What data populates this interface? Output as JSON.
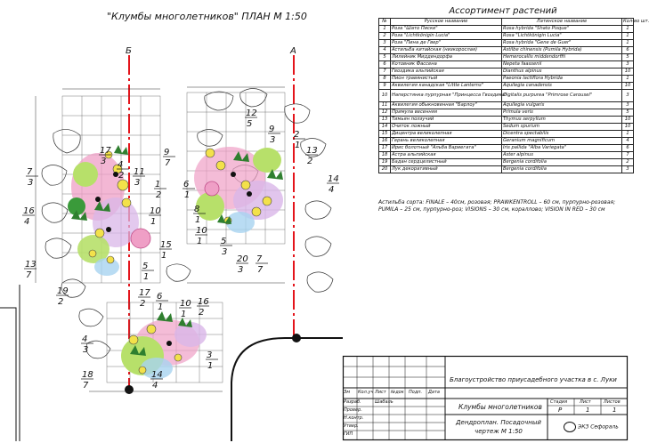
{
  "header": {
    "title": "\"Клумбы многолетников\" ПЛАН М 1:50"
  },
  "assortment": {
    "title": "Ассортимент растений",
    "head": {
      "num": "№",
      "ru": "Русское название",
      "lat": "Латинское название",
      "qty": "Кол-во шт."
    },
    "rows": [
      {
        "n": "1",
        "ru": "Роза \"Шато Писке\"",
        "lat": "Rosa hybrida \"Shato Pisque\"",
        "q": "1"
      },
      {
        "n": "2",
        "ru": "Роза \"Lichtkönigin Lucia\"",
        "lat": "Rosa \"Lichtkönigin Lucia\"",
        "q": "1"
      },
      {
        "n": "3",
        "ru": "Роза \"Пина де Гвер\"",
        "lat": "Rosa hybrida \"Gene de Guer\"",
        "q": "1"
      },
      {
        "n": "4",
        "ru": "Астильба китайская (низкорослая)",
        "lat": "Astilbe chinensis (Pumila Hybrida)",
        "q": "6"
      },
      {
        "n": "5",
        "ru": "Лилейник Миддендорфа",
        "lat": "Hemerocallis middendorffii",
        "q": "5"
      },
      {
        "n": "6",
        "ru": "Котовник Фассена",
        "lat": "Nepeta faassenii",
        "q": "3"
      },
      {
        "n": "7",
        "ru": "Гвоздика альпийская",
        "lat": "Dianthus alpinus",
        "q": "10"
      },
      {
        "n": "8",
        "ru": "Пион травянистый",
        "lat": "Paeonia lactiflora Hybrida",
        "q": "1"
      },
      {
        "n": "9",
        "ru": "Аквилегия канадская \"Little Lanterns\"",
        "lat": "Aquilegia canadensis",
        "q": "10"
      },
      {
        "n": "10",
        "ru": "Наперстянка пурпурная \"Принцесса Гвоздика\"",
        "lat": "Digitalis purpurea \"Primrose Carousel\"",
        "q": "3",
        "tall": true
      },
      {
        "n": "11",
        "ru": "Аквилегия обыкновенная \"Барлоу\"",
        "lat": "Aquilegia vulgaris",
        "q": "3"
      },
      {
        "n": "12",
        "ru": "Примула весенняя",
        "lat": "Primula veris",
        "q": "5"
      },
      {
        "n": "13",
        "ru": "Тимьян ползучий",
        "lat": "Thymus serpyllum",
        "q": "10"
      },
      {
        "n": "14",
        "ru": "Очиток ложный",
        "lat": "Sedum spurium",
        "q": "10"
      },
      {
        "n": "15",
        "ru": "Дицентра великолепная",
        "lat": "Dicentra spectabilis",
        "q": "1"
      },
      {
        "n": "16",
        "ru": "Герань великолепная",
        "lat": "Geranium magnificum",
        "q": "4"
      },
      {
        "n": "17",
        "ru": "Ирис болотный \"Альба Вариегата\"",
        "lat": "Iris pallida \"Alba Variegata\"",
        "q": "6"
      },
      {
        "n": "18",
        "ru": "Астра альпийская",
        "lat": "Aster alpinus",
        "q": "7"
      },
      {
        "n": "19",
        "ru": "Бадан сердцелистный",
        "lat": "Bergenia cordifolia",
        "q": "2"
      },
      {
        "n": "20",
        "ru": "Лук декоративный",
        "lat": "Bergenia cordifolia",
        "q": "3"
      }
    ]
  },
  "note": "Астильба сорта: FINALE – 40см, розовая; PRAWKENTROLL – 60 см, пурпурно-розовая; PUMILA – 25 см, пурпурно-роз; VISIONS – 30 см, кораллово; VISION IN RED – 30 см",
  "axes": {
    "left": "Б",
    "right": "А"
  },
  "callouts": [
    {
      "n": "17",
      "m": "3"
    },
    {
      "n": "4",
      "m": "2"
    },
    {
      "n": "11",
      "m": "3"
    },
    {
      "n": "1",
      "m": "2"
    },
    {
      "n": "7",
      "m": "3"
    },
    {
      "n": "16",
      "m": "4"
    },
    {
      "n": "10",
      "m": "1"
    },
    {
      "n": "15",
      "m": "1"
    },
    {
      "n": "13",
      "m": "7"
    },
    {
      "n": "5",
      "m": "1"
    },
    {
      "n": "19",
      "m": "2"
    },
    {
      "n": "17",
      "m": "2"
    },
    {
      "n": "6",
      "m": "1"
    },
    {
      "n": "10",
      "m": "1"
    },
    {
      "n": "16",
      "m": "2"
    },
    {
      "n": "4",
      "m": "3"
    },
    {
      "n": "3",
      "m": "1"
    },
    {
      "n": "18",
      "m": "7"
    },
    {
      "n": "14",
      "m": "4"
    },
    {
      "n": "12",
      "m": "5"
    },
    {
      "n": "9",
      "m": "3"
    },
    {
      "n": "2",
      "m": "1"
    },
    {
      "n": "13",
      "m": "2"
    },
    {
      "n": "14",
      "m": "4"
    },
    {
      "n": "9",
      "m": "7"
    },
    {
      "n": "6",
      "m": "1"
    },
    {
      "n": "8",
      "m": "1"
    },
    {
      "n": "10",
      "m": "1"
    },
    {
      "n": "5",
      "m": "3"
    },
    {
      "n": "20",
      "m": "3"
    },
    {
      "n": "7",
      "m": "7"
    }
  ],
  "stamp": {
    "project": "Благоустройство приусадебного участка в с. Луки",
    "sheet_title": "Клумбы многолетников",
    "drawing": "Дендроплан. Посадочный чертеж М 1:50",
    "stage_h": "Стадия",
    "sheet_h": "Лист",
    "sheets_h": "Листов",
    "stage": "Р",
    "sheet": "1",
    "sheets": "1",
    "cols": [
      "Зм",
      "Кол.уч",
      "Лист",
      "№док",
      "Подп.",
      "Дата"
    ],
    "roles": [
      "Разраб.",
      "Провер.",
      "Н.контр.",
      "Утвер.",
      "ГИП"
    ],
    "author": "Шабаль",
    "org": "ЭКЗ Сефораль"
  },
  "colors": {
    "axis": "#e4141b",
    "ink": "#111111",
    "pink": "#ef9fc6",
    "green": "#3a9a3a",
    "yellow": "#f3e14a",
    "lightgreen": "#b7e06a",
    "blue": "#a8d3f0",
    "gray": "#8e8e8e"
  }
}
